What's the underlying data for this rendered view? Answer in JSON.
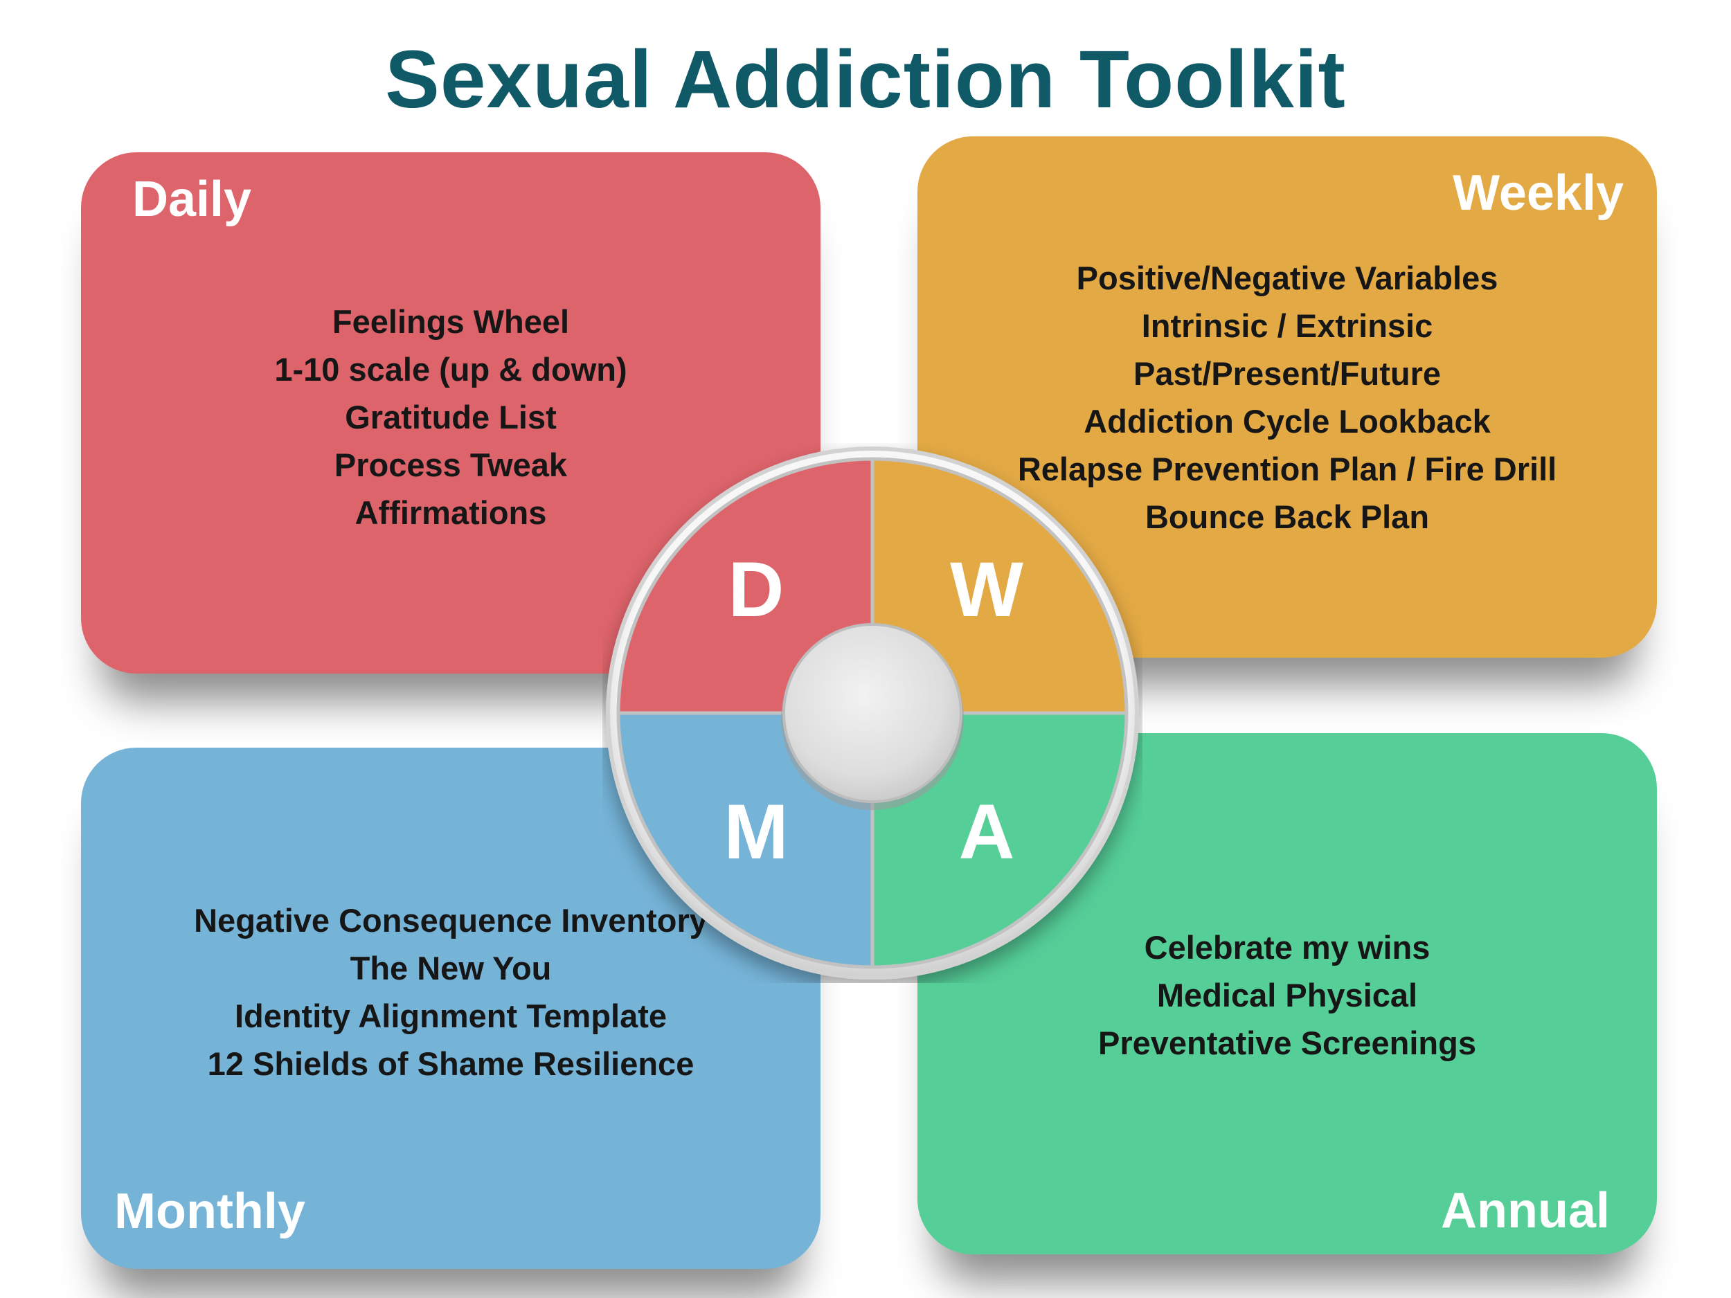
{
  "title": "Sexual Addiction Toolkit",
  "colors": {
    "title": "#0f5a66",
    "daily": "#de646b",
    "weekly": "#e3a944",
    "monthly": "#75b3d7",
    "annual": "#55ce98"
  },
  "cards": {
    "daily": {
      "title": "Daily",
      "items": [
        "Feelings Wheel",
        "1-10 scale (up & down)",
        "Gratitude List",
        "Process Tweak",
        "Affirmations"
      ]
    },
    "weekly": {
      "title": "Weekly",
      "items": [
        "Positive/Negative Variables",
        "Intrinsic / Extrinsic",
        "Past/Present/Future",
        "Addiction Cycle Lookback",
        "Relapse Prevention Plan / Fire Drill",
        "Bounce Back Plan"
      ]
    },
    "monthly": {
      "title": "Monthly",
      "items": [
        "Negative Consequence Inventory",
        "The New You",
        "Identity Alignment Template",
        "12 Shields of Shame Resilience"
      ]
    },
    "annual": {
      "title": "Annual",
      "items": [
        "Celebrate my wins",
        "Medical Physical",
        "Preventative Screenings"
      ]
    }
  },
  "wheel": {
    "letters": {
      "daily": "D",
      "weekly": "W",
      "monthly": "M",
      "annual": "A"
    }
  }
}
